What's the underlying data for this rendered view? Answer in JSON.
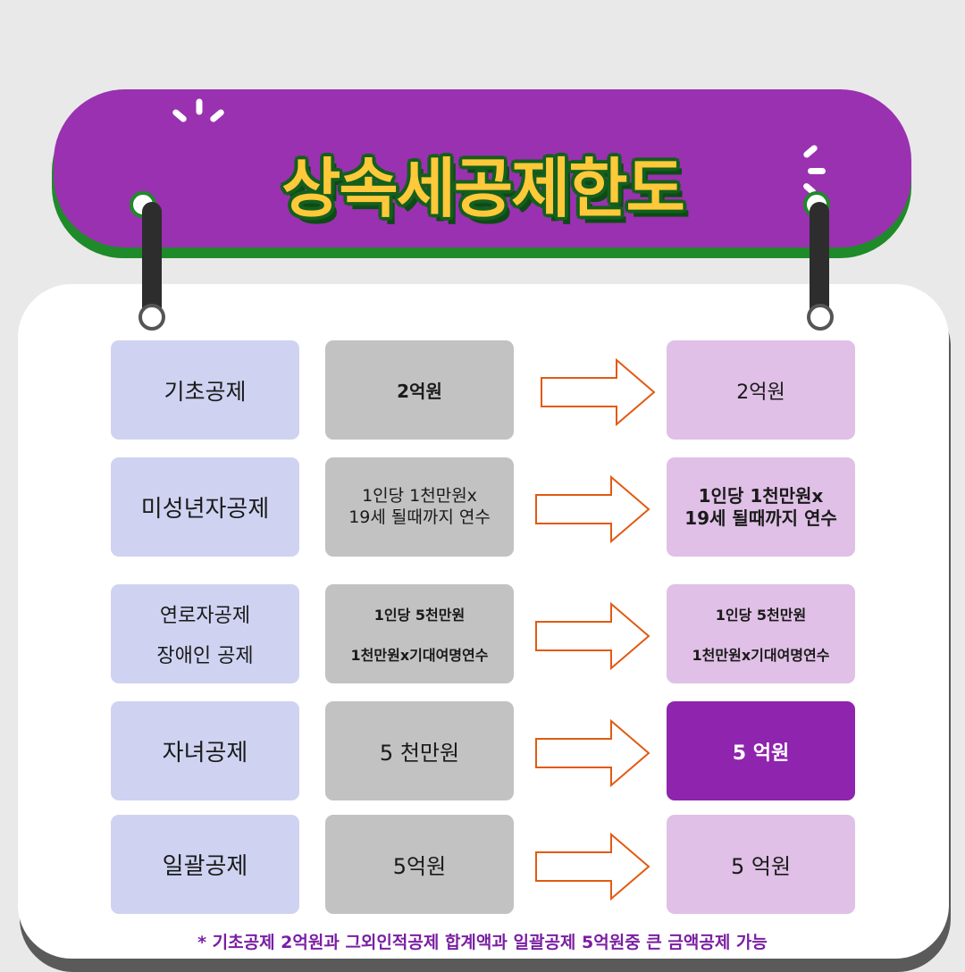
{
  "title": "상속세공제한도",
  "colors": {
    "banner": "#9a31b0",
    "banner_shadow": "#1f8a2a",
    "title_text": "#ffc93a",
    "label_box": "#cfd3f1",
    "middle_box": "#c2c2c2",
    "result_box": "#e0c0e6",
    "result_highlight": "#8f24ae",
    "arrow_stroke": "#e25a12",
    "footnote": "#7a1fa2"
  },
  "rows": [
    {
      "label": "기초공제",
      "before": "2억원",
      "after": "2억원"
    },
    {
      "label": "미성년자공제",
      "before_lines": [
        "1인당 1천만원x",
        "19세 될때까지 연수"
      ],
      "after_lines": [
        "1인당 1천만원x",
        "19세 될때까지 연수"
      ]
    },
    {
      "label_lines": [
        "연로자공제",
        "장애인 공제"
      ],
      "before_lines": [
        "1인당 5천만원",
        "1천만원x기대여명연수"
      ],
      "after_lines": [
        "1인당 5천만원",
        "1천만원x기대여명연수"
      ]
    },
    {
      "label": "자녀공제",
      "before": "5 천만원",
      "after": "5 억원",
      "after_highlighted": true
    },
    {
      "label": "일괄공제",
      "before": "5억원",
      "after": "5 억원"
    }
  ],
  "footnote": "* 기초공제 2억원과 그외인적공제 합계액과 일괄공제 5억원중 큰 금액공제 가능"
}
